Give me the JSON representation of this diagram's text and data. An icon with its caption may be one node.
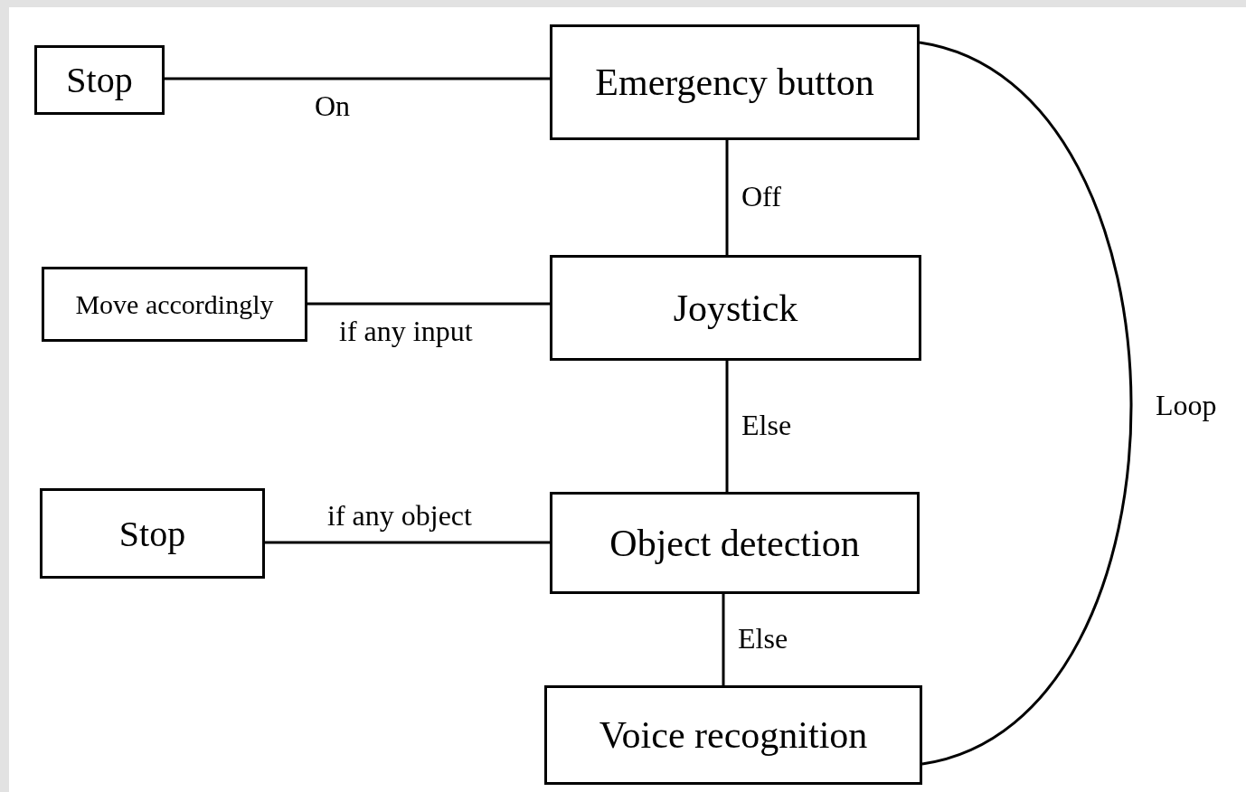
{
  "diagram": {
    "nodes": [
      {
        "text": [
          "Stop"
        ]
      },
      {
        "text": [
          "Emergency button"
        ]
      },
      {
        "text": [
          "Move accordingly"
        ]
      },
      {
        "text": [
          "Joystick"
        ]
      },
      {
        "text": [
          "Stop"
        ]
      },
      {
        "text": [
          "Object detection"
        ]
      },
      {
        "text": [
          "Voice recognition"
        ]
      }
    ],
    "edges": [
      {
        "from": 1,
        "to": 0,
        "arrow": "none",
        "label": "On"
      },
      {
        "from": 1,
        "to": 3,
        "arrow": "none",
        "label": "Off"
      },
      {
        "from": 3,
        "to": 2,
        "arrow": "none",
        "label": "if any input"
      },
      {
        "from": 3,
        "to": 5,
        "arrow": "none",
        "label": "Else"
      },
      {
        "from": 5,
        "to": 4,
        "arrow": "none",
        "label": "if any object"
      },
      {
        "from": 5,
        "to": 6,
        "arrow": "none",
        "label": "Else"
      },
      {
        "from": 6,
        "to": 1,
        "arrow": "none",
        "label": "Loop"
      }
    ]
  }
}
